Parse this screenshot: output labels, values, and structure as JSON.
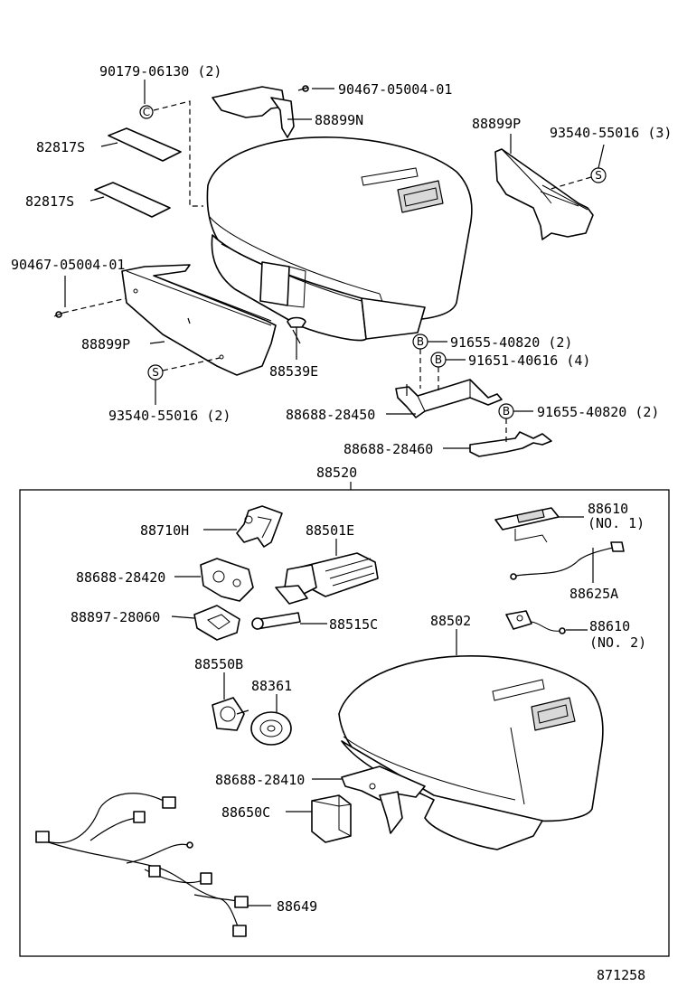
{
  "labels": {
    "p90179": "90179-06130 (2)",
    "p90467a": "90467-05004-01",
    "p88899n": "88899N",
    "p82817a": "82817S",
    "p82817b": "82817S",
    "p88899p_r": "88899P",
    "p93540_r": "93540-55016 (3)",
    "p90467b": "90467-05004-01",
    "p88899p_l": "88899P",
    "p88539e": "88539E",
    "p93540_l": "93540-55016 (2)",
    "p91655a": "91655-40820 (2)",
    "p91651": "91651-40616 (4)",
    "p88688_28450": "88688-28450",
    "p91655b": "91655-40820 (2)",
    "p88688_28460": "88688-28460",
    "p88520": "88520",
    "p88710h": "88710H",
    "p88501e": "88501E",
    "p88610a": "88610",
    "p88610a_sub": "(NO. 1)",
    "p88688_28420": "88688-28420",
    "p88625a": "88625A",
    "p88897": "88897-28060",
    "p88515c": "88515C",
    "p88502": "88502",
    "p88610b": "88610",
    "p88610b_sub": "(NO. 2)",
    "p88550b": "88550B",
    "p88361": "88361",
    "p88688_28410": "88688-28410",
    "p88650c": "88650C",
    "p88649": "88649",
    "figure_no": "871258"
  },
  "symbols": {
    "c": "C",
    "s": "S",
    "b": "B"
  }
}
